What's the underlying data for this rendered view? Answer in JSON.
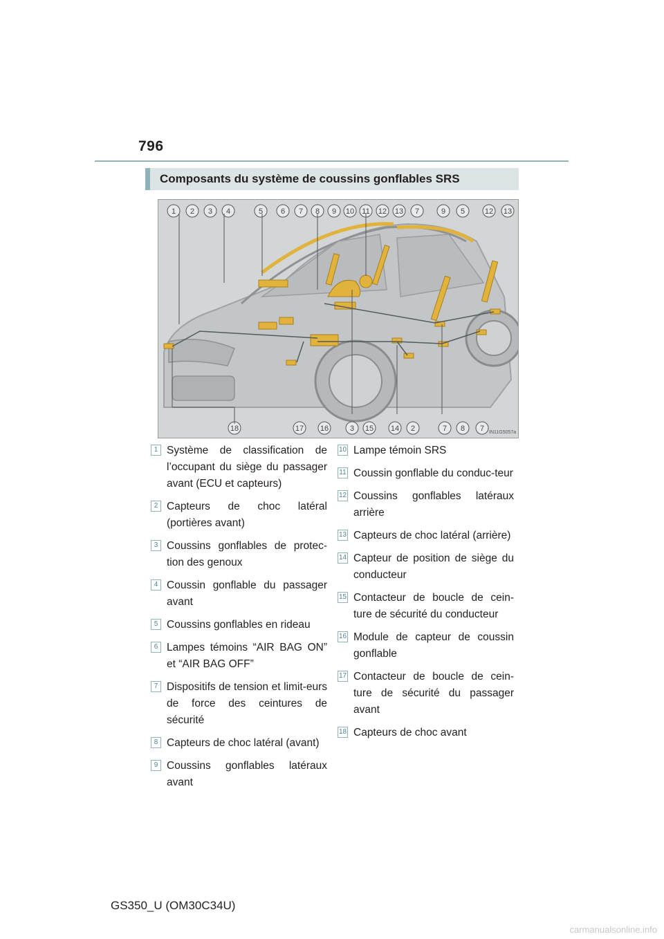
{
  "page": {
    "number": "796",
    "section_title": "Composants du système de coussins gonflables SRS",
    "footer": "GS350_U (OM30C34U)",
    "watermark": "carmanualsonline.info"
  },
  "figure": {
    "code": "IN11G5057a",
    "top_callouts": [
      "1",
      "2",
      "3",
      "4",
      "5",
      "6",
      "7",
      "8",
      "9",
      "10",
      "11",
      "12",
      "13",
      "7",
      "9",
      "5",
      "12",
      "13"
    ],
    "bottom_callouts": [
      "18",
      "17",
      "16",
      "3",
      "15",
      "14",
      "2",
      "7",
      "8",
      "7"
    ]
  },
  "legend_left": [
    {
      "num": "1",
      "text": "Système de classification de l’occupant du siège du passager avant (ECU et capteurs)"
    },
    {
      "num": "2",
      "text": "Capteurs de choc latéral (portières avant)"
    },
    {
      "num": "3",
      "text": "Coussins gonflables de protec-tion des genoux"
    },
    {
      "num": "4",
      "text": "Coussin gonflable du passager avant"
    },
    {
      "num": "5",
      "text": "Coussins gonflables en rideau"
    },
    {
      "num": "6",
      "text": "Lampes témoins “AIR BAG ON” et “AIR BAG OFF”"
    },
    {
      "num": "7",
      "text": "Dispositifs de tension et limit-eurs de force des ceintures de sécurité"
    },
    {
      "num": "8",
      "text": "Capteurs de choc latéral (avant)"
    },
    {
      "num": "9",
      "text": "Coussins gonflables latéraux avant"
    }
  ],
  "legend_right": [
    {
      "num": "10",
      "text": "Lampe témoin SRS"
    },
    {
      "num": "11",
      "text": "Coussin gonflable du conduc-teur"
    },
    {
      "num": "12",
      "text": "Coussins gonflables latéraux arrière"
    },
    {
      "num": "13",
      "text": "Capteurs de choc latéral (arrière)"
    },
    {
      "num": "14",
      "text": "Capteur de position de siège du conducteur"
    },
    {
      "num": "15",
      "text": "Contacteur de boucle de cein-ture de sécurité du conducteur"
    },
    {
      "num": "16",
      "text": "Module de capteur de coussin gonflable"
    },
    {
      "num": "17",
      "text": "Contacteur de boucle de cein-ture de sécurité du passager avant"
    },
    {
      "num": "18",
      "text": "Capteurs de choc avant"
    }
  ]
}
